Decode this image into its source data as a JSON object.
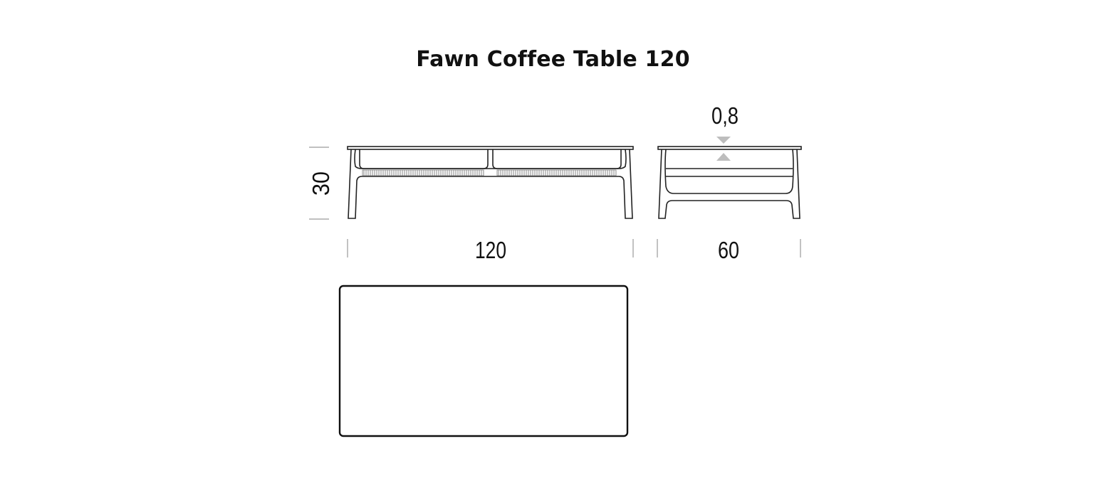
{
  "title": "Fawn Coffee Table 120",
  "dimensions": {
    "height": "30",
    "length": "120",
    "depth": "60",
    "top_thickness": "0,8"
  },
  "colors": {
    "line": "#222222",
    "dimension_line": "#9a9a9a",
    "arrow": "#bdbdbd",
    "rope": "#888888"
  }
}
